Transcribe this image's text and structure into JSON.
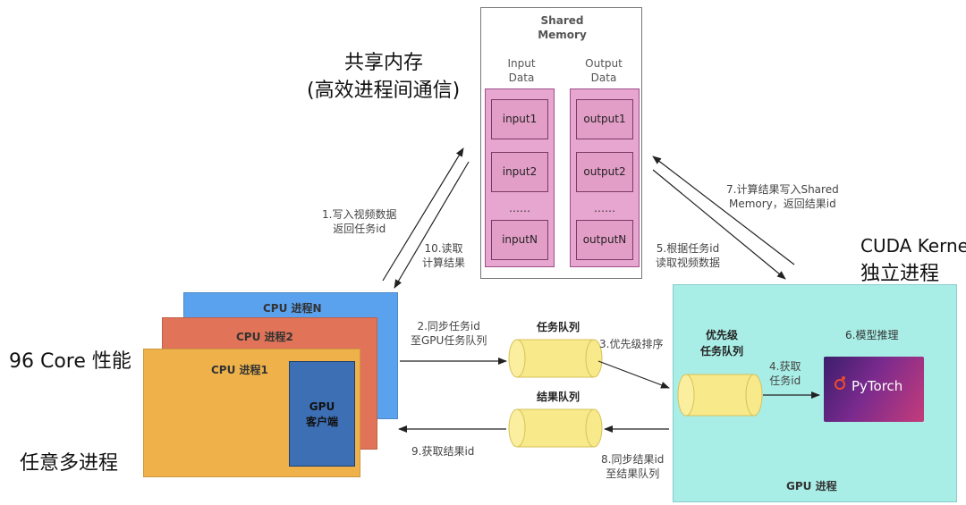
{
  "headings": {
    "shared_mem_cn": "共享内存",
    "shared_mem_sub": "(高效进程间通信)",
    "cuda_kernel": "CUDA Kernel",
    "standalone": "独立进程",
    "perf_96core": "96 Core 性能",
    "multi_proc": "任意多进程"
  },
  "shared_memory": {
    "title_line1": "Shared",
    "title_line2": "Memory",
    "input_header_1": "Input",
    "input_header_2": "Data",
    "output_header_1": "Output",
    "output_header_2": "Data",
    "inputs": [
      "input1",
      "input2",
      "……",
      "inputN"
    ],
    "outputs": [
      "output1",
      "output2",
      "……",
      "outputN"
    ]
  },
  "cpu": {
    "procN": "CPU 进程N",
    "proc2": "CPU 进程2",
    "proc1": "CPU 进程1",
    "gpu_client_1": "GPU",
    "gpu_client_2": "客户端",
    "colors": {
      "procN": "#5aa1ee",
      "proc2": "#e07358",
      "proc1": "#efb24a",
      "client": "#3d6fb4"
    }
  },
  "queues": {
    "task": "任务队列",
    "result": "结果队列",
    "priority_1": "优先级",
    "priority_2": "任务队列",
    "cylinder_color": "#f8e98a"
  },
  "gpu": {
    "process": "GPU 进程",
    "infer": "6.模型推理",
    "pytorch": "PyTorch",
    "panel_color": "#a9eee6"
  },
  "steps": {
    "s1_a": "1.写入视频数据",
    "s1_b": "返回任务id",
    "s10_a": "10.读取",
    "s10_b": "计算结果",
    "s2_a": "2.同步任务id",
    "s2_b": "至GPU任务队列",
    "s3": "3.优先级排序",
    "s4_a": "4.获取",
    "s4_b": "任务id",
    "s5_a": "5.根据任务id",
    "s5_b": "读取视频数据",
    "s7_a": "7.计算结果写入Shared",
    "s7_b": "Memory，返回结果id",
    "s8_a": "8.同步结果id",
    "s8_b": "至结果队列",
    "s9": "9.获取结果id"
  }
}
